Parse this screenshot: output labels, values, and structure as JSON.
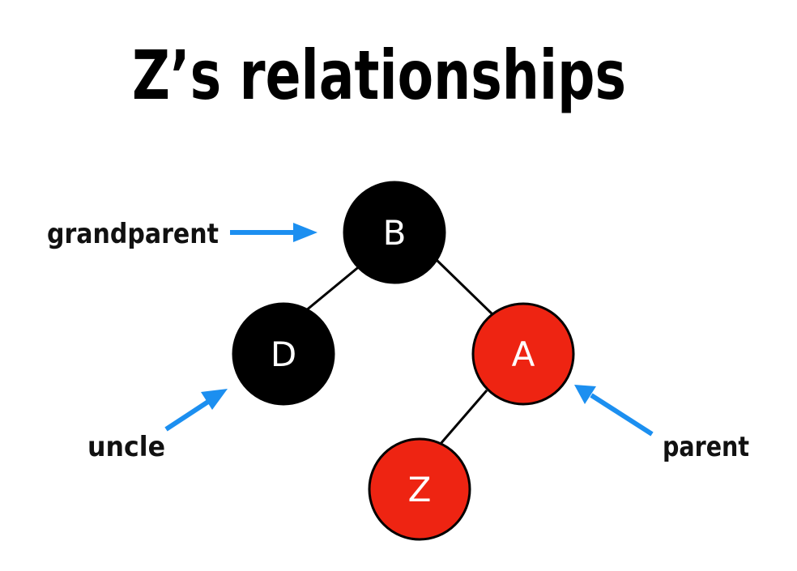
{
  "title": "Z’s relationships",
  "colors": {
    "black_node": "#000000",
    "red_node": "#ee2412",
    "node_outline": "#000000",
    "node_text": "#ffffff",
    "arrow": "#1c8ff0"
  },
  "tree": {
    "nodes": [
      {
        "id": "B",
        "label": "B",
        "color": "black"
      },
      {
        "id": "D",
        "label": "D",
        "color": "black"
      },
      {
        "id": "A",
        "label": "A",
        "color": "red"
      },
      {
        "id": "Z",
        "label": "Z",
        "color": "red"
      }
    ],
    "edges": [
      {
        "from": "B",
        "to": "D"
      },
      {
        "from": "B",
        "to": "A"
      },
      {
        "from": "A",
        "to": "Z"
      }
    ]
  },
  "annotations": [
    {
      "id": "grandparent",
      "label": "grandparent",
      "target": "B",
      "icon": "arrow-right-icon"
    },
    {
      "id": "uncle",
      "label": "uncle",
      "target": "D",
      "icon": "arrow-up-right-icon"
    },
    {
      "id": "parent",
      "label": "parent",
      "target": "A",
      "icon": "arrow-up-left-icon"
    }
  ]
}
